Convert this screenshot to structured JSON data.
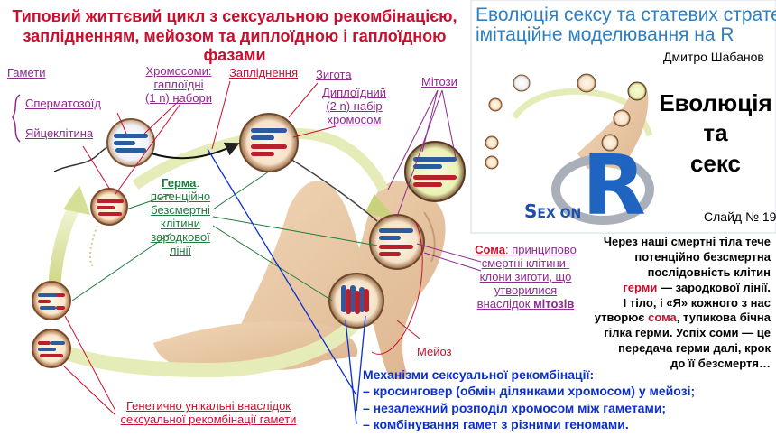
{
  "title": {
    "line1": "Типовий життєвий цикл з сексуальною рекомбінацією,",
    "line2": "заплідненням, мейозом та диплоїдною і гаплоїдною фазами"
  },
  "course": {
    "line1": "Еволюція сексу та статевих стратегій:",
    "line2": "імітаційне моделювання на R",
    "author": "Дмитро Шабанов",
    "slide": "Слайд № 19"
  },
  "inset": {
    "book_line1": "Еволюція",
    "book_line2": "та",
    "book_line3": "секс",
    "logo_s": "S",
    "logo_ex": "EX ON",
    "logo_r": "R"
  },
  "labels": {
    "gametes": "Гамети",
    "sperm": "Сперматозоїд",
    "egg": "Яйцеклітина",
    "chrom1": "Хромосоми:",
    "chrom2": "гаплоїдні",
    "chrom3": "(1 n) набори",
    "fertilization": "Запліднення",
    "zygote": "Зигота",
    "dipl1": "Диплоїдний",
    "dipl2": "(2 n) набір",
    "dipl3": "хромосом",
    "mitosis": "Мітози",
    "germ_head": "Герма",
    "germ_colon": ":",
    "germ1": "потенційно",
    "germ2": "безсмертні",
    "germ3": "клітини",
    "germ4": "зародкової",
    "germ5": "лінії",
    "soma_head": "Сома",
    "soma_rest": ": принципово",
    "soma2": "смертні клітини-",
    "soma3": "клони зиготи, що",
    "soma4": "утворилися",
    "soma5_a": "внаслідок ",
    "soma5_b": "мітозів",
    "meiosis": "Мейоз",
    "unique1": "Генетично унікальні внаслідок",
    "unique2": "сексуальної рекомбінації гамети"
  },
  "mechanisms": {
    "heading": "Механізми сексуальної  рекомбінації:",
    "items": [
      "– кросинговер (обмін ділянками хромосом) у мейозі;",
      "– незалежний розподіл хромосом між гаметами;",
      "– комбінування гамет з різними геномами."
    ]
  },
  "paragraph": {
    "l1": "Через наші смертні тіла тече",
    "l2": "потенційно безсмертна",
    "l3": "послідовність клітин",
    "l4_a": "герми",
    "l4_b": " — зародкової лінії.",
    "l5": "І тіло, і «Я» кожного з нас",
    "l6_a": "утворює ",
    "l6_b": "сома",
    "l6_c": ", тупикова бічна",
    "l7": "гілка герми. Успіх соми — це",
    "l8": "передача герми далі, крок",
    "l9": "до її безсмертя…"
  },
  "colors": {
    "title_red": "#c8102e",
    "purple": "#8e2a8e",
    "germ_green": "#1f7a3c",
    "mechanism_blue": "#0a2fd0",
    "inset_blue": "#2e7fc0",
    "body_tan": "#e8c7a3",
    "cycle_arrow": "#e6ecb8",
    "chromosome_blue": "#2c5b9e",
    "chromosome_red": "#b8202e"
  },
  "icons": [
    "sperm-icon",
    "egg-cell-icon",
    "zygote-cell-icon",
    "somatic-cell-icon",
    "meiosis-cell-icon",
    "r-logo-icon",
    "cycle-arrow-icon"
  ]
}
